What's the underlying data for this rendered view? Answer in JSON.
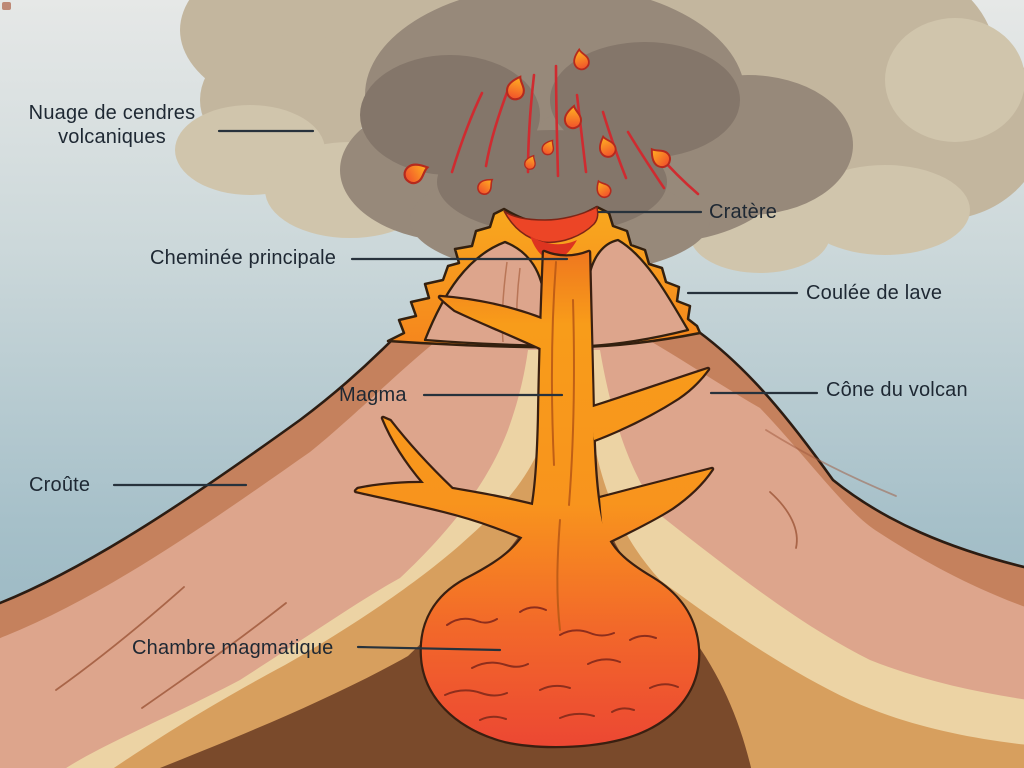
{
  "diagram": {
    "subject": "volcano-cross-section",
    "labels": {
      "ash_cloud_line1": "Nuage de cendres",
      "ash_cloud_line2": "volcaniques",
      "main_vent": "Cheminée principale",
      "crater": "Cratère",
      "lava_flow": "Coulée de lave",
      "magma": "Magma",
      "cone": "Cône du volcan",
      "crust": "Croûte",
      "magma_chamber": "Chambre magmatique"
    },
    "colors": {
      "sky_top": "#e6e8e7",
      "sky_bottom": "#8fb1bd",
      "ash_cloud_beige": "#c3b69e",
      "ash_cloud_light": "#d0c5ac",
      "ash_cloud_mid": "#97897a",
      "ash_cloud_dark": "#84766a",
      "lava_orange": "#f89c1a",
      "lava_deep": "#f2682a",
      "magma_red": "#ec4733",
      "crater_pool_red": "#ec4526",
      "cone_salmon": "#dda58c",
      "crust_band": "#c5815d",
      "strata_cream": "#ecd3a4",
      "strata_tan": "#d79f5e",
      "strata_brown": "#7a4a2b",
      "outline_dark": "#33200f",
      "eruption_streak_red": "#cf2b30",
      "label_text": "#1e2833",
      "pointer_line": "#27323c"
    }
  }
}
